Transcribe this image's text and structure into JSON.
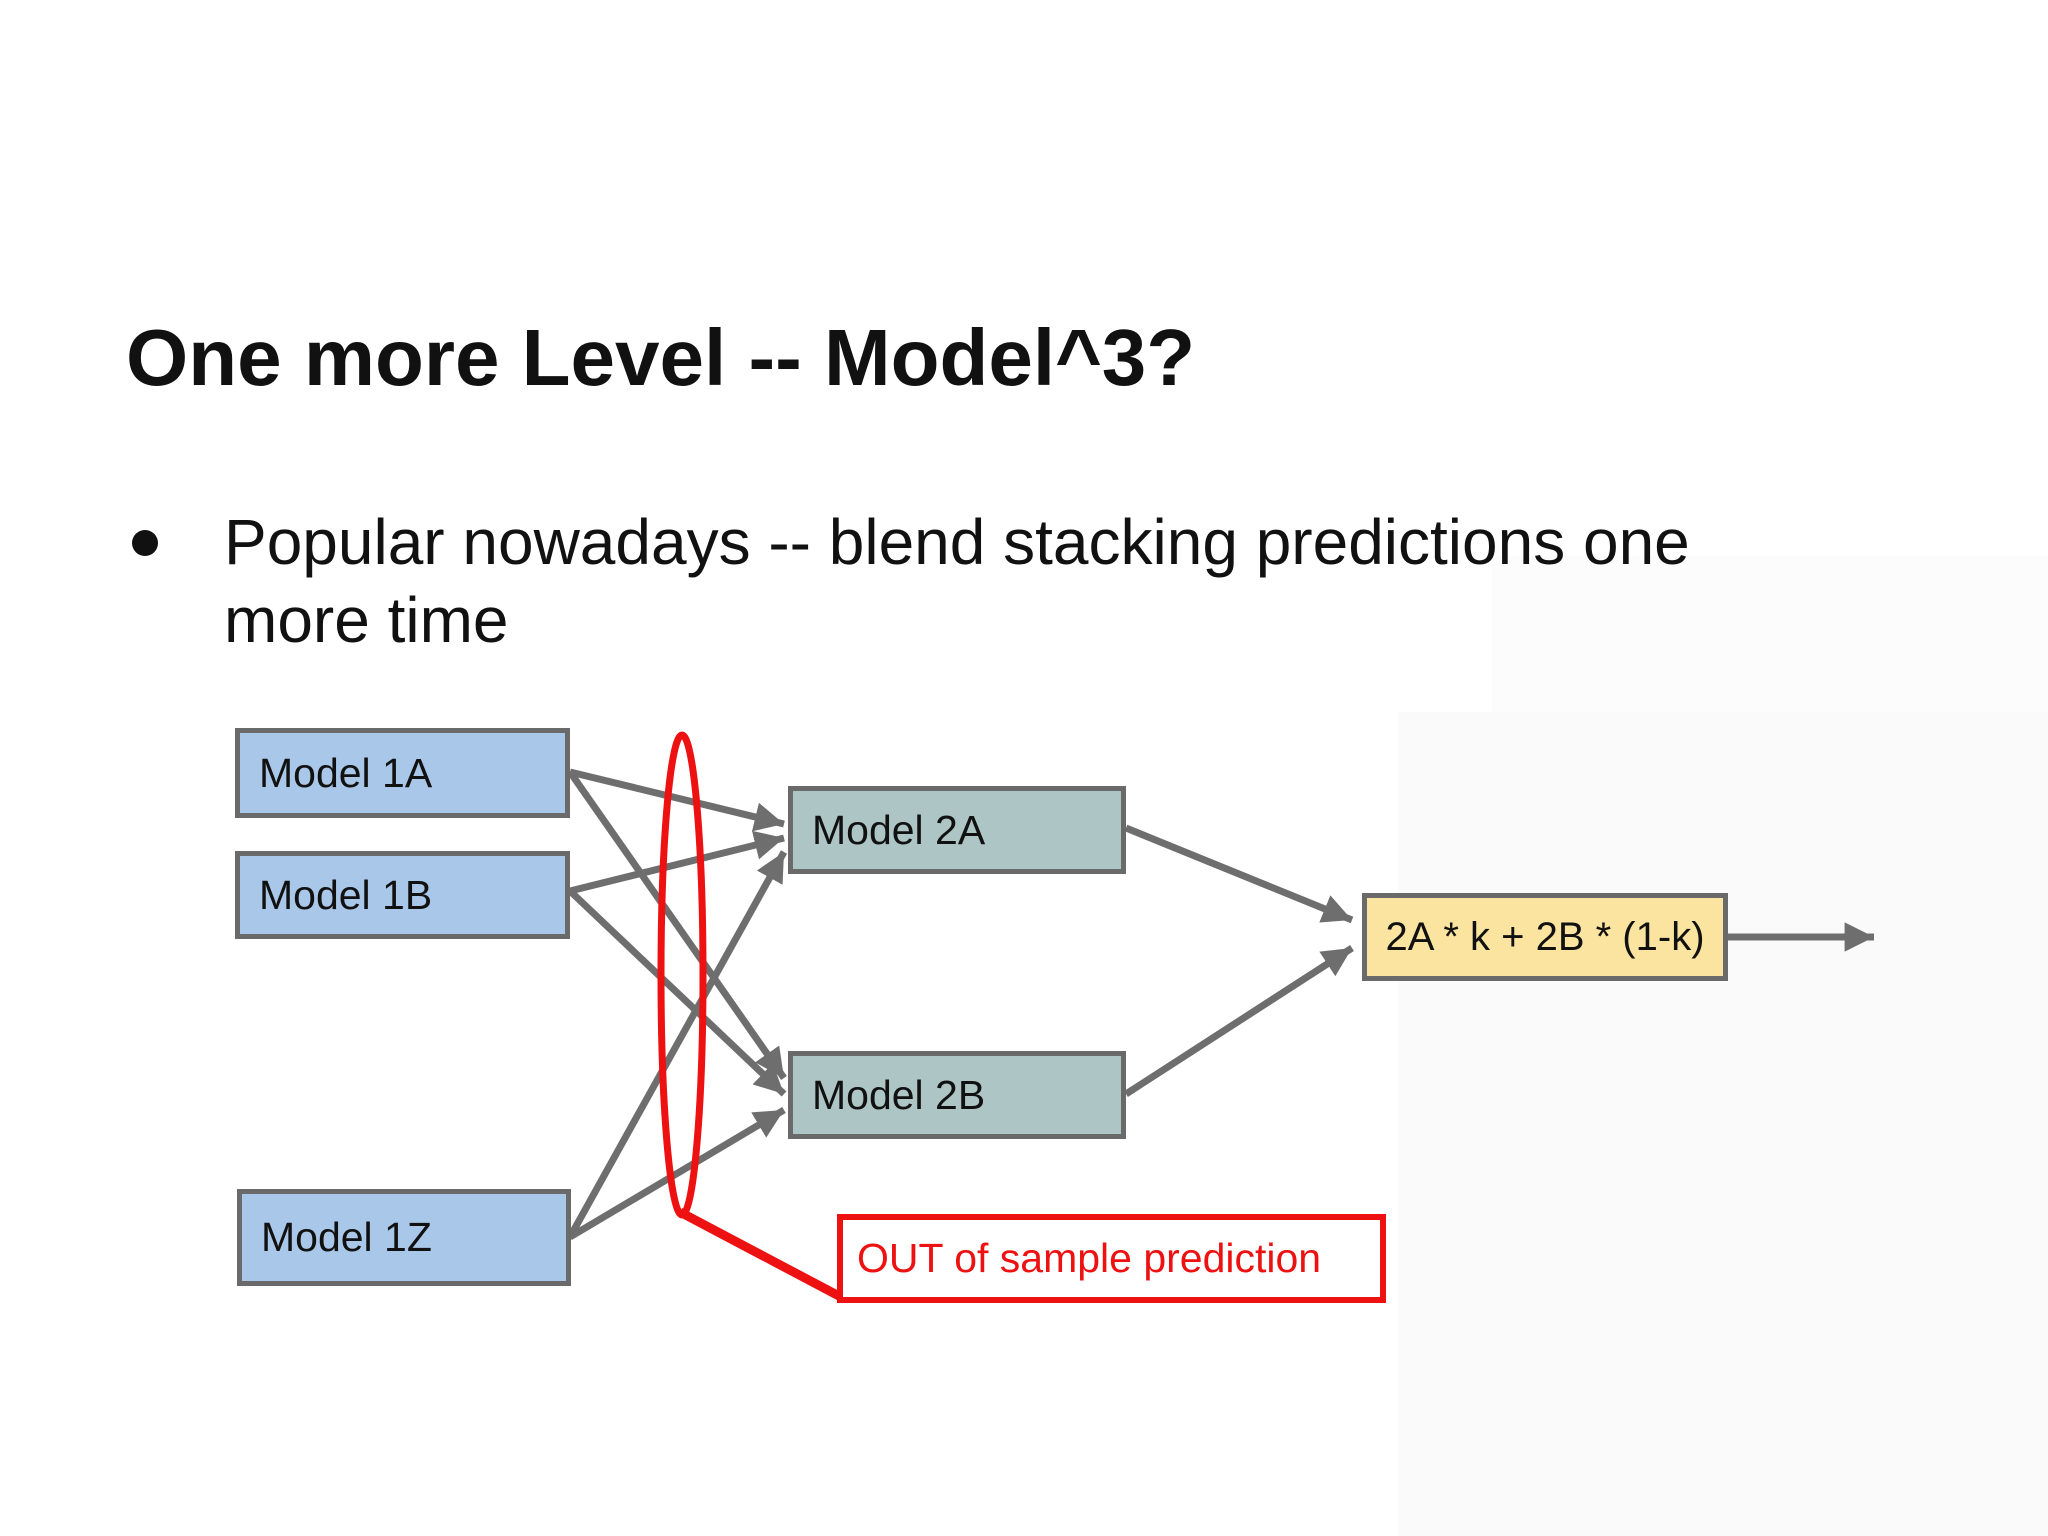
{
  "slide": {
    "title": "One more Level -- Model^3?",
    "bullet": {
      "marker": "●",
      "lines": [
        "Popular nowadays -- blend stacking predictions one",
        "more time"
      ]
    }
  },
  "diagram": {
    "level1_boxes": [
      {
        "label": "Model 1A"
      },
      {
        "label": "Model 1B"
      },
      {
        "label": "Model 1Z"
      }
    ],
    "level2_boxes": [
      {
        "label": "Model 2A"
      },
      {
        "label": "Model 2B"
      }
    ],
    "formula_box": {
      "label": "2A * k + 2B * (1-k)"
    },
    "annotation_box": {
      "label": "OUT of sample prediction"
    },
    "colors": {
      "level1_fill": "#a9c7e8",
      "level2_fill": "#adc5c4",
      "formula_fill": "#fbe49f",
      "box_border": "#6a6a6a",
      "arrow_gray": "#6e6e6e",
      "annotation_red": "#ee1111"
    }
  }
}
